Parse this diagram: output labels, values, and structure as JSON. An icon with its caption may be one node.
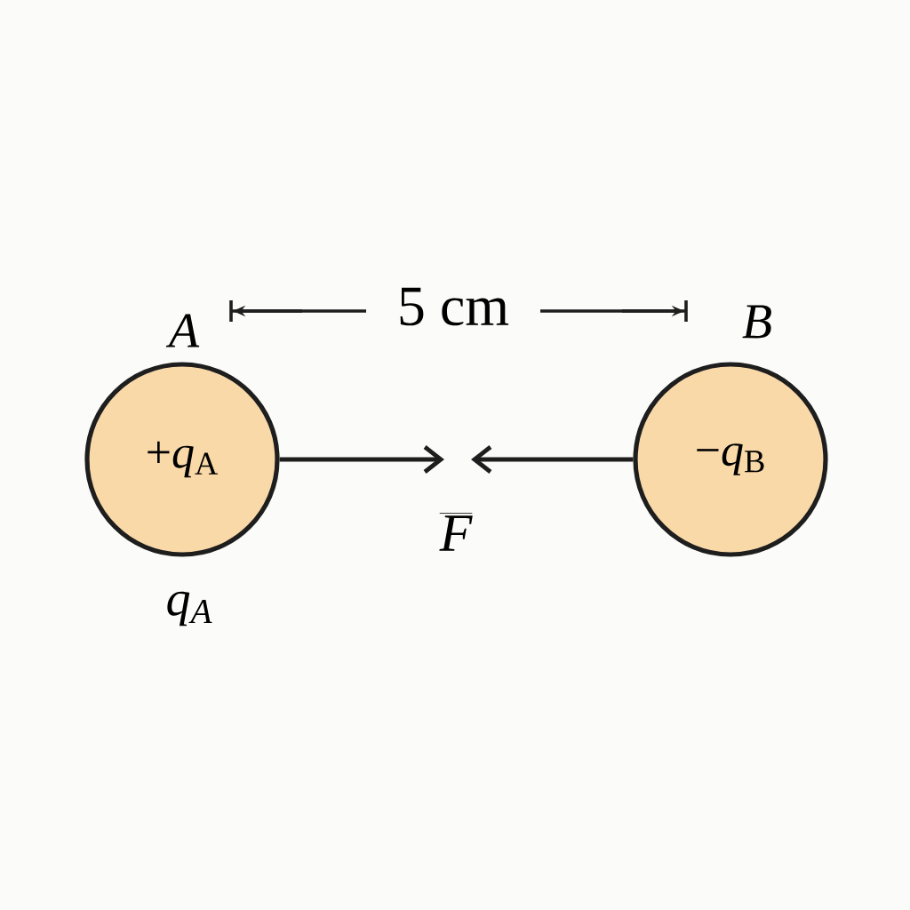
{
  "diagram": {
    "nodes": [
      {
        "text": [
          "+*q*$_{A}$"
        ],
        "beside": [
          "A",
          "*q*$_{A}$"
        ]
      },
      {
        "text": [
          "−*q*$_{B}$"
        ],
        "beside": [
          "B"
        ]
      }
    ],
    "edges": [
      {
        "from": 0,
        "to": null,
        "arrow": "to"
      },
      {
        "from": 1,
        "to": null,
        "arrow": "to"
      }
    ],
    "labels": [
      "5 cm",
      "F"
    ]
  }
}
